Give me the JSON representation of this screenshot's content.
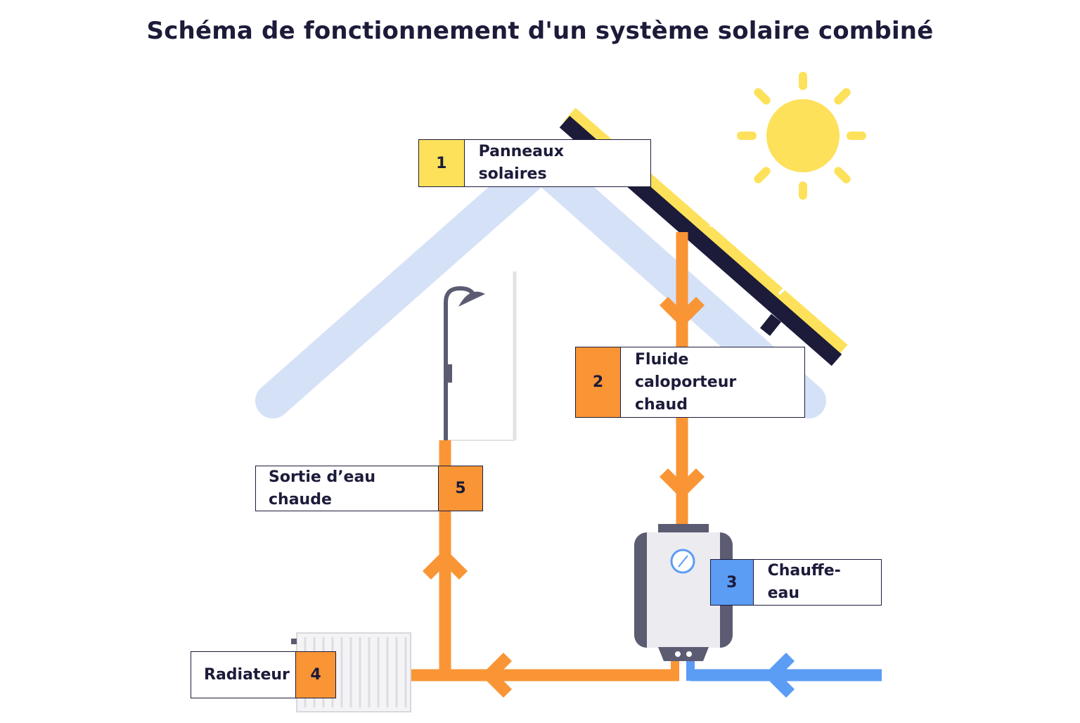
{
  "title": "Schéma de fonctionnement d'un système solaire combiné",
  "colors": {
    "yellow": "#fde15a",
    "orange": "#f99535",
    "blue": "#5b9cf5",
    "navy": "#1c1b3a",
    "house": "#d5e1f7"
  },
  "labels": [
    {
      "num": "1",
      "text": "Panneaux solaires",
      "color": "#fde15a"
    },
    {
      "num": "2",
      "text": "Fluide caloporteur chaud",
      "color": "#f99535"
    },
    {
      "num": "3",
      "text": "Chauffe-eau",
      "color": "#5b9cf5"
    },
    {
      "num": "4",
      "text": "Radiateur",
      "color": "#f99535"
    },
    {
      "num": "5",
      "text": "Sortie d’eau chaude",
      "color": "#f99535"
    }
  ],
  "icons": [
    "sun-icon",
    "solar-panel-icon",
    "shower-icon",
    "water-heater-icon",
    "radiator-icon",
    "gauge-icon"
  ]
}
